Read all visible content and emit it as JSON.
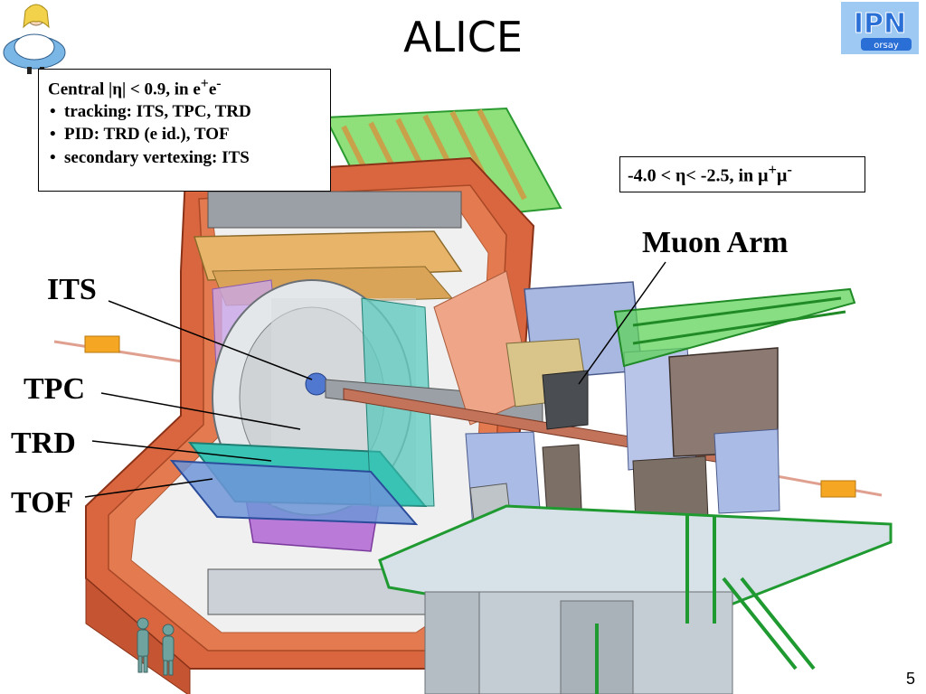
{
  "slide": {
    "title": "ALICE",
    "page_number": "5"
  },
  "central_box": {
    "heading_prefix": "Central |η| < 0.9, in e",
    "heading_sup1": "+",
    "heading_mid": "e",
    "heading_sup2": "-",
    "bullets": [
      "tracking: ITS, TPC, TRD",
      "PID: TRD (e id.), TOF",
      "secondary vertexing: ITS"
    ]
  },
  "muon_box": {
    "prefix": "-4.0 < η< -2.5, in μ",
    "sup1": "+",
    "mid": "μ",
    "sup2": "-"
  },
  "labels": {
    "its": "ITS",
    "tpc": "TPC",
    "trd": "TRD",
    "tof": "TOF",
    "muon_arm": "Muon Arm"
  },
  "logo": {
    "text": "IPN",
    "subtext": "orsay"
  },
  "colors": {
    "magnet": "#d9663f",
    "magnet_dark": "#b24a2a",
    "green_structure": "#3cc24a",
    "muon_blue": "#a9b8e0",
    "platform": "#c9d6e0",
    "tpc_grey": "#cfd3d6",
    "trd_teal": "#39c3b4",
    "tof_blue": "#4d78c8",
    "purple": "#b97ad8",
    "gold": "#d6a64c",
    "logo_blue": "#2a6fd6"
  }
}
